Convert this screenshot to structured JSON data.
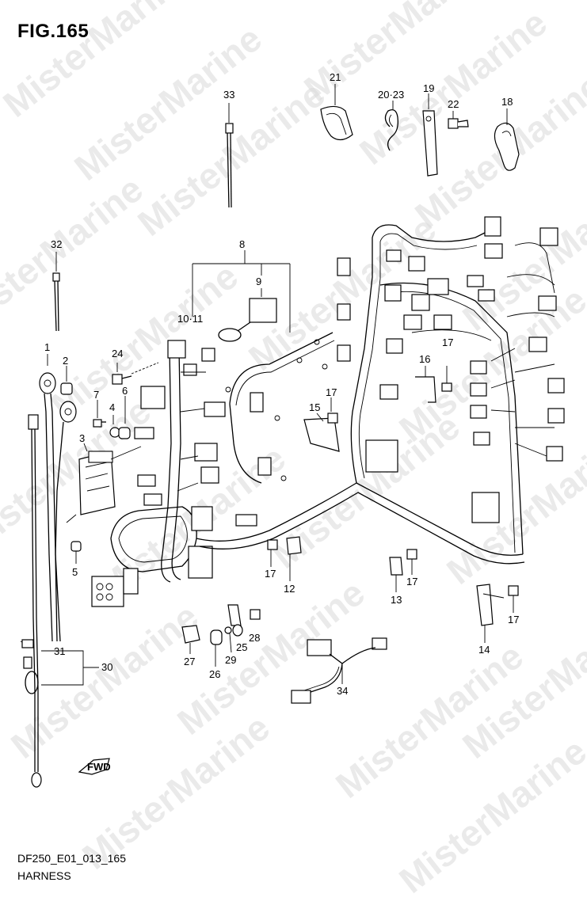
{
  "figure": {
    "title": "FIG.165"
  },
  "footer": {
    "code": "DF250_E01_013_165",
    "name": "HARNESS"
  },
  "watermark": {
    "text": "MisterMarine"
  },
  "direction_marker": {
    "text": "FWD"
  },
  "labels": {
    "l1": "1",
    "l2": "2",
    "l3": "3",
    "l4": "4",
    "l5": "5",
    "l6": "6",
    "l7": "7",
    "l8": "8",
    "l9": "9",
    "l10_11": "10·11",
    "l12": "12",
    "l13": "13",
    "l14": "14",
    "l15": "15",
    "l16": "16",
    "l17a": "17",
    "l17b": "17",
    "l17c": "17",
    "l17d": "17",
    "l17e": "17",
    "l17f": "17",
    "l18": "18",
    "l19": "19",
    "l20_23": "20·23",
    "l21": "21",
    "l22": "22",
    "l24": "24",
    "l25": "25",
    "l26": "26",
    "l27": "27",
    "l28": "28",
    "l29": "29",
    "l30": "30",
    "l31": "31",
    "l32": "32",
    "l33": "33",
    "l34": "34"
  }
}
